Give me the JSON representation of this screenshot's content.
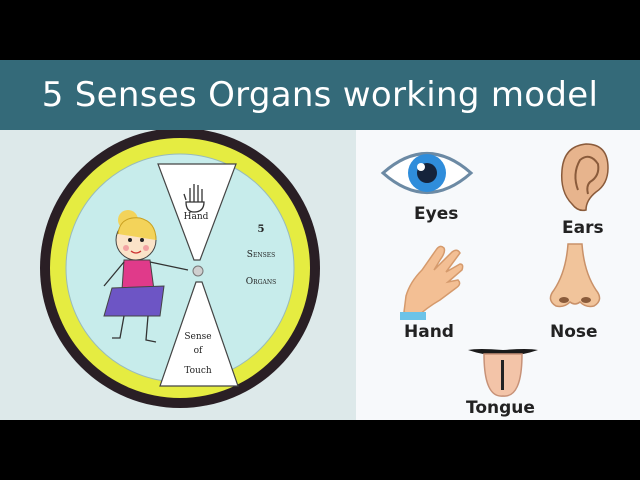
{
  "banner": {
    "title": "5 Senses Organs working model",
    "bg_color": "#346a79"
  },
  "model": {
    "window_top_label": "Hand",
    "window_bottom_label_1": "Sense",
    "window_bottom_label_2": "of",
    "window_bottom_label_3": "Touch",
    "center_label_1": "5",
    "center_label_2": "Senses",
    "center_label_3": "Organs",
    "colors": {
      "ring": "#e5ec41",
      "rim": "#2a1f25",
      "disc": "#c7eceb",
      "board": "#dde9ea"
    }
  },
  "organs": [
    {
      "label": "Eyes",
      "icon": "eye-icon"
    },
    {
      "label": "Ears",
      "icon": "ear-icon"
    },
    {
      "label": "Hand",
      "icon": "hand-icon"
    },
    {
      "label": "Nose",
      "icon": "nose-icon"
    },
    {
      "label": "Tongue",
      "icon": "tongue-icon"
    }
  ]
}
